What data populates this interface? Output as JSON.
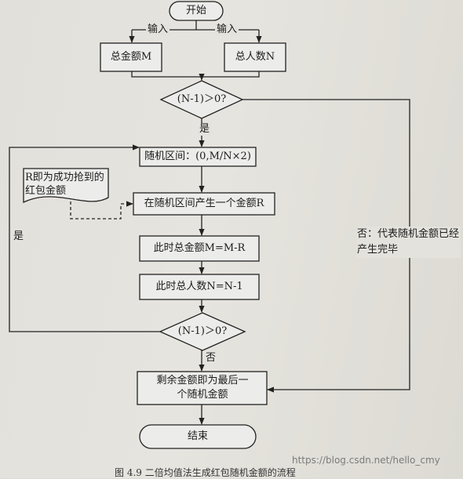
{
  "nodes": {
    "start": "开始",
    "input_amount": "总金额M",
    "input_people": "总人数N",
    "cond_top": "(N-1)＞0?",
    "range": "随机区间：(0,M/N×2)",
    "note": "R即为成功抢到的红包金额",
    "generate": "在随机区间产生一个金额R",
    "update_amount": "此时总金额M=M-R",
    "update_people": "此时总人数N=N-1",
    "cond_bottom": "(N-1)＞0?",
    "remaining": "剩余金额即为最后一个随机金额",
    "end": "结束"
  },
  "edges": {
    "input_left": "输入",
    "input_right": "输入",
    "yes_top": "是",
    "yes_loop": "是",
    "no_bottom": "否",
    "no_right": "否：代表随机金额已经产生完毕"
  },
  "caption": "图 4.9   二倍均值法生成红包随机金额的流程",
  "watermark": "https://blog.csdn.net/hello_cmy"
}
